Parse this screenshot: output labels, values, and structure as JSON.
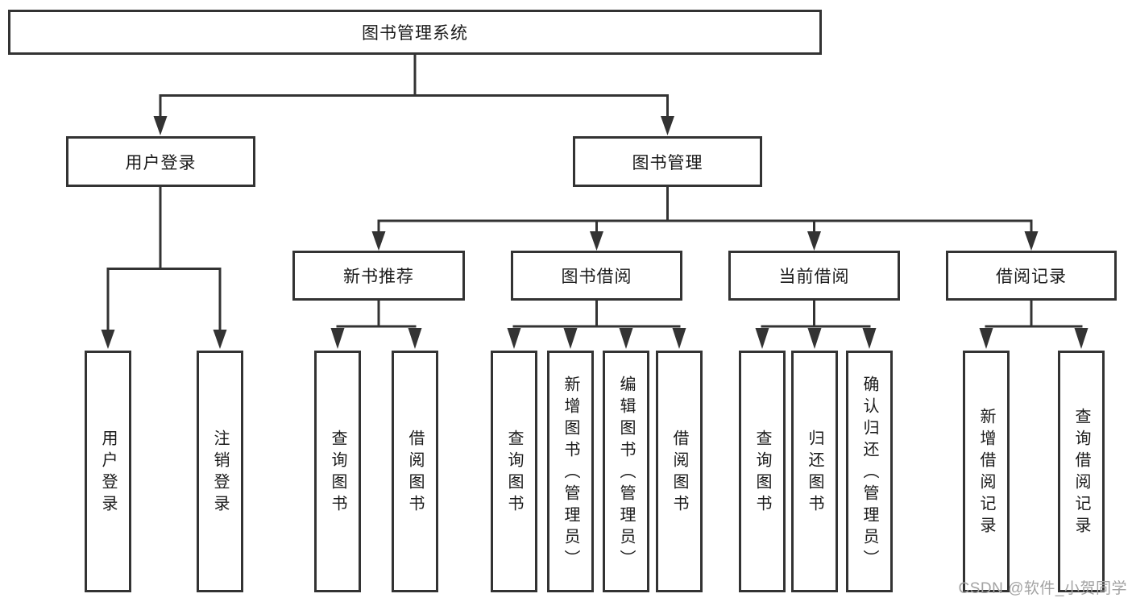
{
  "diagram": {
    "type": "hierarchy-tree",
    "tree": {
      "label": "图书管理系统",
      "children": [
        {
          "label": "用户登录",
          "children": [
            {
              "label": "用户登录"
            },
            {
              "label": "注销登录"
            }
          ]
        },
        {
          "label": "图书管理",
          "children": [
            {
              "label": "新书推荐",
              "children": [
                {
                  "label": "查询图书"
                },
                {
                  "label": "借阅图书"
                }
              ]
            },
            {
              "label": "图书借阅",
              "children": [
                {
                  "label": "查询图书"
                },
                {
                  "label": "新增图书（管理员）"
                },
                {
                  "label": "编辑图书（管理员）"
                },
                {
                  "label": "借阅图书"
                }
              ]
            },
            {
              "label": "当前借阅",
              "children": [
                {
                  "label": "查询图书"
                },
                {
                  "label": "归还图书"
                },
                {
                  "label": "确认归还（管理员）"
                }
              ]
            },
            {
              "label": "借阅记录",
              "children": [
                {
                  "label": "新增借阅记录"
                },
                {
                  "label": "查询借阅记录"
                }
              ]
            }
          ]
        }
      ]
    }
  },
  "watermark": "CSDN @软件_小贺同学",
  "colors": {
    "line": "#333333",
    "text": "#1a1a1a",
    "watermark": "#a3a3a3",
    "background": "#ffffff"
  }
}
